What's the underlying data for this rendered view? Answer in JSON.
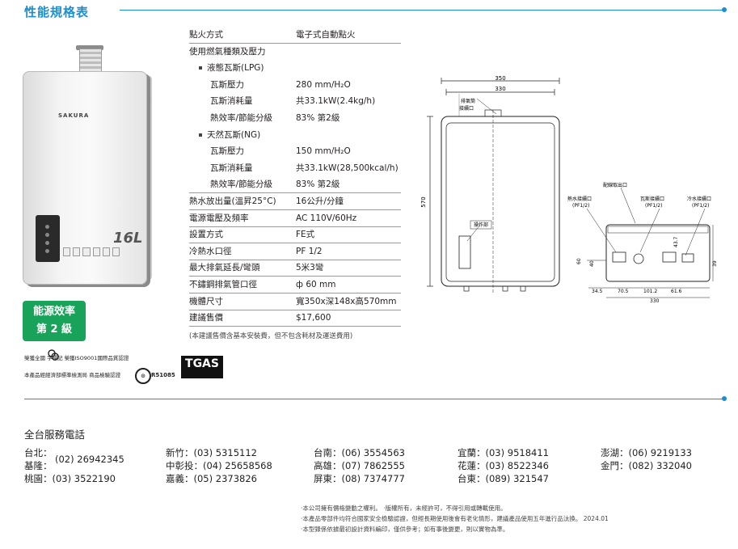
{
  "section_title": "性能規格表",
  "product": {
    "brand": "SAKURA",
    "capacity_mark": "16L",
    "efficiency_badge_line1": "能源效率",
    "efficiency_badge_line2": "第 2 級"
  },
  "specs": [
    {
      "label": "點火方式",
      "value": "電子式自動點火",
      "sep": true
    },
    {
      "label": "使用燃氣種類及壓力",
      "value": "",
      "sep": false
    },
    {
      "label": "液態瓦斯(LPG)",
      "value": "",
      "bullet": true,
      "sep": false
    },
    {
      "label": "瓦斯壓力",
      "value": "280 mm/H₂O",
      "indent": true,
      "sep": false
    },
    {
      "label": "瓦斯消耗量",
      "value": "共33.1kW(2.4kg/h)",
      "indent": true,
      "sep": false
    },
    {
      "label": "熱效率/節能分級",
      "value": "83% 第2級",
      "indent": true,
      "sep": false
    },
    {
      "label": "天然瓦斯(NG)",
      "value": "",
      "bullet": true,
      "sep": false
    },
    {
      "label": "瓦斯壓力",
      "value": "150 mm/H₂O",
      "indent": true,
      "sep": false
    },
    {
      "label": "瓦斯消耗量",
      "value": "共33.1kW(28,500kcal/h)",
      "indent": true,
      "sep": false
    },
    {
      "label": "熱效率/節能分級",
      "value": "83% 第2級",
      "indent": true,
      "sep": true
    },
    {
      "label": "熱水放出量(溫昇25°C)",
      "value": "16公升/分鐘",
      "sep": true
    },
    {
      "label": "電源電壓及頻率",
      "value": "AC 110V/60Hz",
      "sep": true
    },
    {
      "label": "設置方式",
      "value": "FE式",
      "sep": true
    },
    {
      "label": "冷熱水口徑",
      "value": "PF 1/2",
      "sep": true
    },
    {
      "label": "最大排氣延長/彎頭",
      "value": "5米3彎",
      "sep": true
    },
    {
      "label": "不鏽鋼排氣管口徑",
      "value": "ф 60 mm",
      "sep": true
    },
    {
      "label": "機體尺寸",
      "value": "寬350x深148x高570mm",
      "sep": true
    },
    {
      "label": "建議售價",
      "value": "$17,600",
      "sep": true
    }
  ],
  "spec_note": "(本建議售價含基本安裝費，但不包含耗材及運送費用)",
  "certifications": {
    "line1": "榮獲全國  字標記   榮獲ISO9001國際品質認證",
    "line2": "本產品經經濟部標準檢測局 商品檢驗認證",
    "cns_code": "R51085",
    "tgas": "TGAS"
  },
  "front_diagram": {
    "width_outer": "350",
    "width_inner": "330",
    "height": "570",
    "exhaust_label_line1": "排氣筒",
    "exhaust_label_line2": "接續口",
    "panel_label": "操作部"
  },
  "bottom_diagram": {
    "drain_label": "配線取出口",
    "hot_label": "熱水接續口",
    "hot_sub": "(PF1/2)",
    "gas_label": "瓦斯接續口",
    "gas_sub": "(PF1/2)",
    "cold_label": "冷水接續口",
    "cold_sub": "(PF1/2)",
    "dims": [
      "34.5",
      "70.5",
      "101.2",
      "61.6",
      "330",
      "60",
      "40",
      "43.7",
      "39"
    ]
  },
  "service": {
    "title": "全台服務電話",
    "col1": [
      "台北：",
      "基隆：",
      "桃園：(03) 3522190"
    ],
    "col1_shared": "(02) 26942345",
    "col2": [
      "新竹：(03) 5315112",
      "中彰投：(04) 25658568",
      "嘉義：(05) 2373826"
    ],
    "col3": [
      "台南：(06) 3554563",
      "高雄：(07) 7862555",
      "屏東：(08) 7374777"
    ],
    "col4": [
      "宜蘭：(03) 9518411",
      "花蓮：(03) 8522346",
      "台東：(089) 321547"
    ],
    "col5": [
      "澎湖：(06) 9219133",
      "金門：(082) 332040"
    ]
  },
  "footnotes": [
    "·本公司擁有價格變動之權利。   ·版權所有，未經許可，不得引用或轉載使用。",
    "·本產品零部件均符合國家安全檢驗認證，但經長期使用後會有老化情形，建議產品使用五年進行品汰換。 2024.01",
    "·本型錄係依據最初設計資料編印，僅供參考；如有事後變更，則以實物為準。"
  ]
}
